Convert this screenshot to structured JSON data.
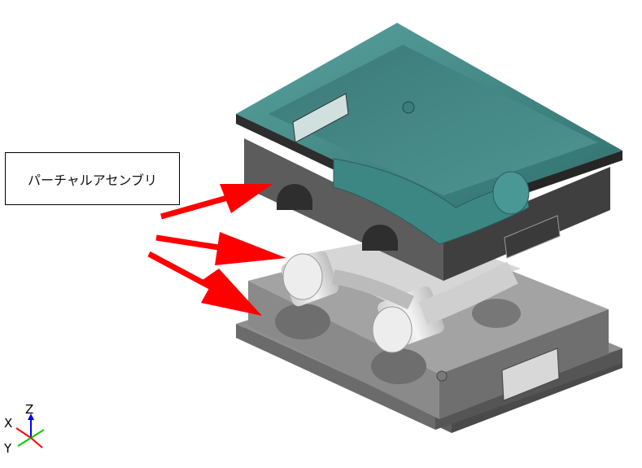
{
  "callout": {
    "label": "パーチャルアセンブリ"
  },
  "axis": {
    "z": "Z",
    "x": "X",
    "y": "Y"
  },
  "colors": {
    "upper_mold": "#3f7f7d",
    "lower_mold": "#8c8c8c",
    "part": "#e6e6e6",
    "arrow": "#ff0000"
  },
  "icons": [
    "axis-triad-icon"
  ]
}
